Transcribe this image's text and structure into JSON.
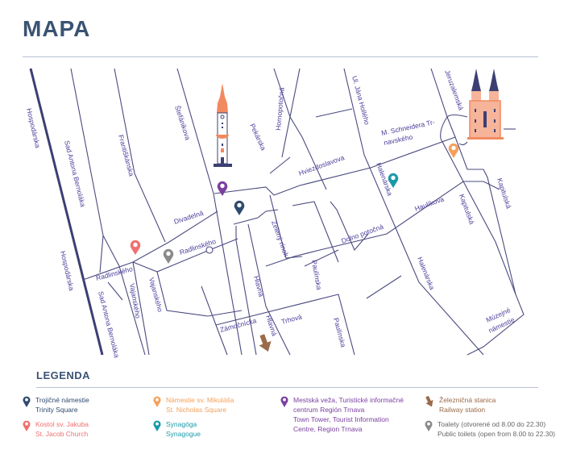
{
  "title": "MAPA",
  "streets": {
    "hospodarska1": "Hospodárska",
    "hospodarska2": "Hospodárska",
    "bernolaka1": "Sad Antona Bernoláka",
    "bernolaka2": "Sad Antona Bernoláka",
    "frantiskanska": "Františkánska",
    "stefanikova": "Štefánikova",
    "pekarska": "Pekárska",
    "hornopotocna": "Hornopotočná",
    "jana_hollheo": "Ul. Jána Hollého",
    "jeruzalemska": "Jeruzalemská",
    "schneidera1": "M. Schneidera Tr-",
    "schneidera2": "navského",
    "hviezdoslavova": "Hviezdoslavova",
    "halenarska1": "Halenárska",
    "halenarska2": "Halenárska",
    "kapitulska1": "Kapitulská",
    "kapitulska2": "Kapitulská",
    "haulikova": "Haulíkova",
    "dolnopotocna": "Dolno potočná",
    "zeleny_rinok": "Zelený rínok",
    "divadelna": "Divadelná",
    "radlinskeho1": "Radlinského",
    "radlinskeho2": "Radlinského",
    "vajanskeho1": "Vajanského",
    "vajanskeho2": "Vajanského",
    "hlavna1": "Hlavná",
    "hlavna2": "Hlavná",
    "paulinska1": "Paulínska",
    "paulinska2": "Paulínska",
    "trhova": "Trhová",
    "zamocnicka": "Zámočnícka",
    "muzejne1": "Múzejné",
    "muzejne2": "námestie"
  },
  "legend": {
    "title": "LEGENDA",
    "items": [
      {
        "icon": "pin-icon",
        "color": "#2f4a6e",
        "sk": "Trojičné námestie",
        "en": "Trinity Square"
      },
      {
        "icon": "pin-icon",
        "color": "#f07070",
        "sk": "Kostol sv. Jakuba",
        "en": "St. Jacob Church"
      },
      {
        "icon": "pin-icon",
        "color": "#f5a05a",
        "sk": "Námestie sv. Mikuláša",
        "en": "St. Nicholas Square"
      },
      {
        "icon": "pin-icon",
        "color": "#1a9aa8",
        "sk": "Synagóga",
        "en": "Synagogue"
      },
      {
        "icon": "pin-icon",
        "color": "#7b3fa0",
        "sk": "Mestská veža, Turistické informačné centrum Región Trnava",
        "en": "Town Tower, Tourist Information Centre, Region Trnava"
      },
      {
        "icon": "arrow-icon",
        "color": "#9a6a4a",
        "sk": "Železničná stanica",
        "en": "Railway station"
      },
      {
        "icon": "pin-icon",
        "color": "#8a8a8a",
        "sk": "Toalety (otvorené od 8.00 do 22.30)",
        "en": "Public toilets (open from 8.00 to 22.30)"
      }
    ]
  }
}
